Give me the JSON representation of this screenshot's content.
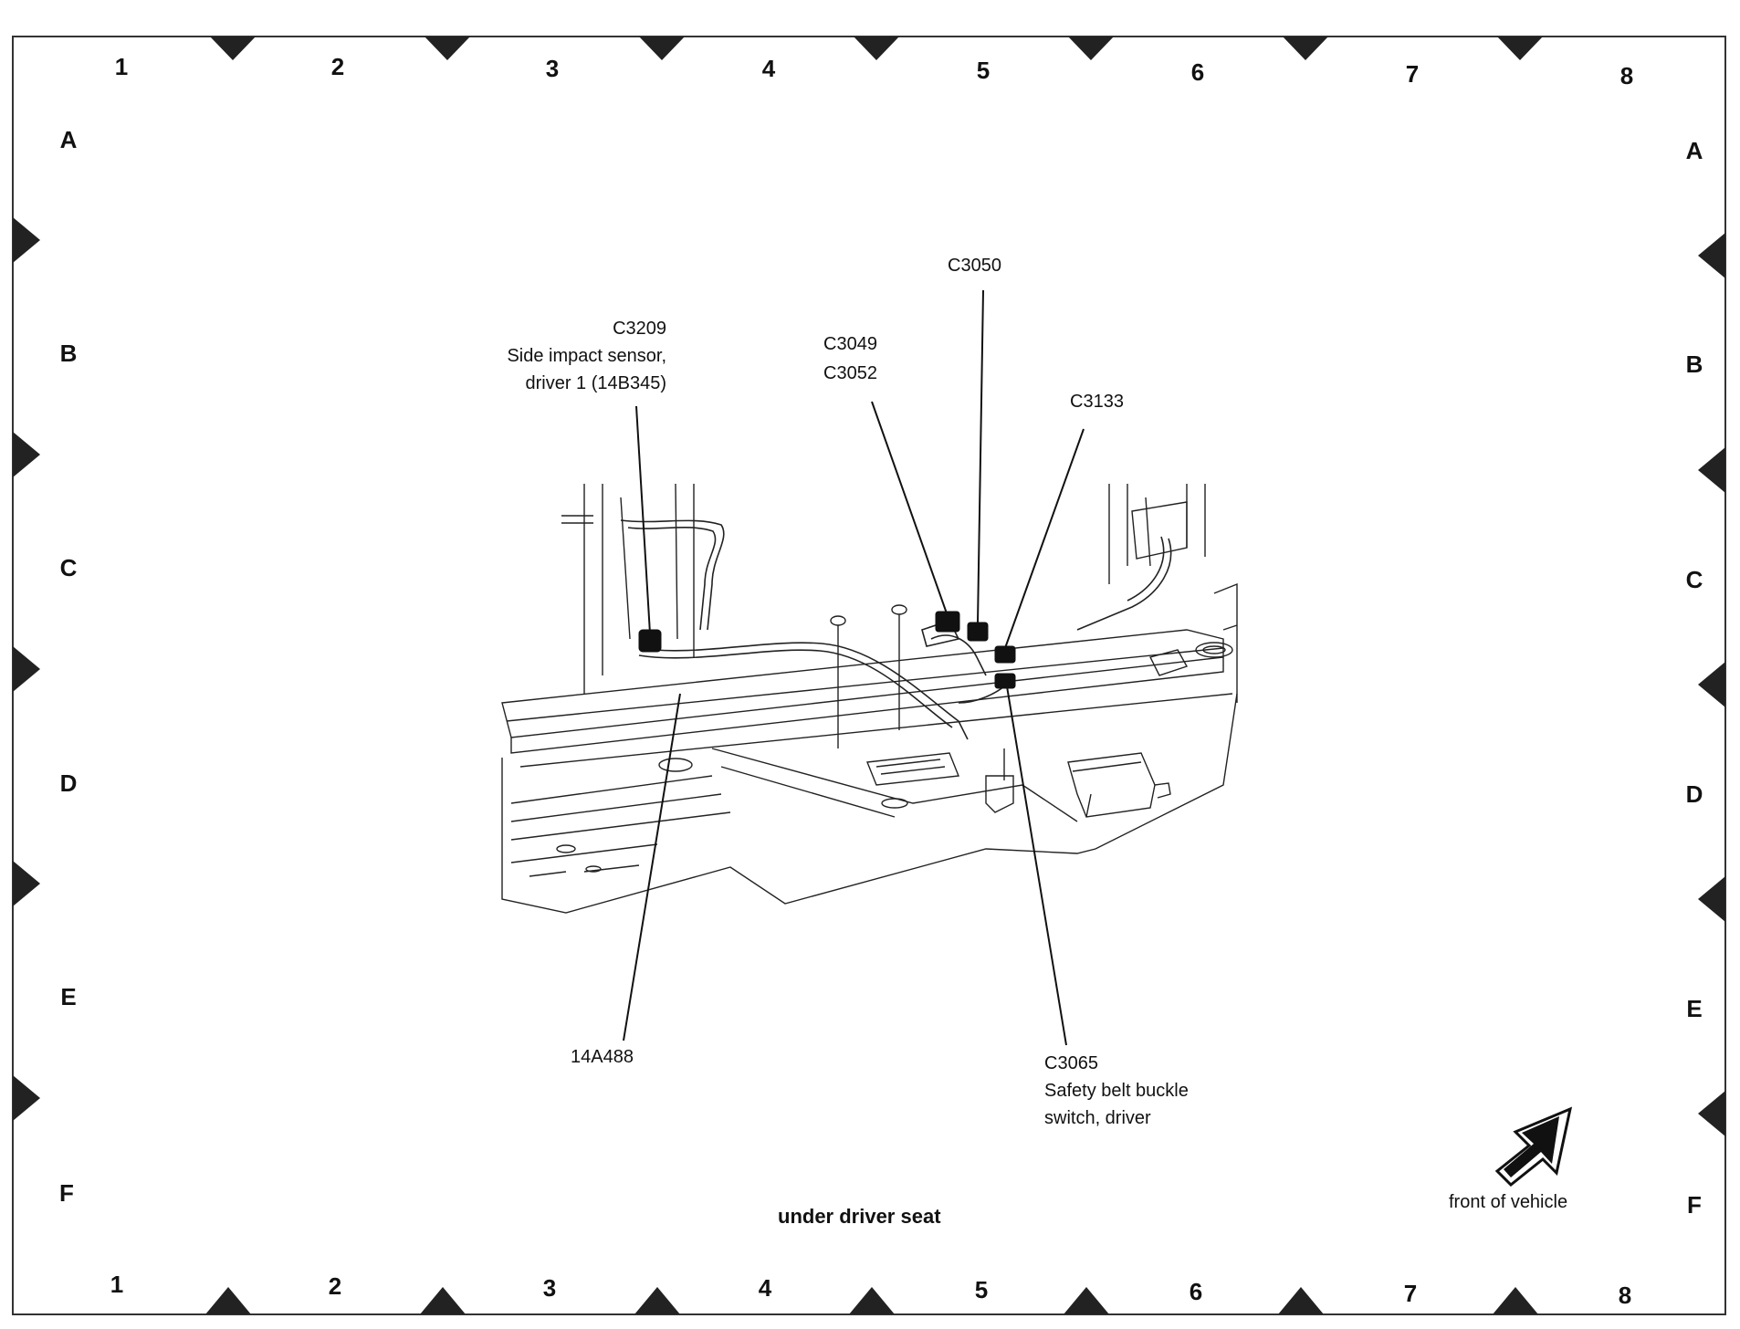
{
  "grid": {
    "columns": [
      "1",
      "2",
      "3",
      "4",
      "5",
      "6",
      "7",
      "8"
    ],
    "rows": [
      "A",
      "B",
      "C",
      "D",
      "E",
      "F"
    ]
  },
  "labels": {
    "c3209": {
      "code": "C3209",
      "line1": "Side impact sensor,",
      "line2": "driver 1 (14B345)"
    },
    "c3049": "C3049",
    "c3052": "C3052",
    "c3050": "C3050",
    "c3133": "C3133",
    "harness": "14A488",
    "c3065": {
      "code": "C3065",
      "line1": "Safety belt buckle",
      "line2": "switch, driver"
    }
  },
  "caption": "under driver seat",
  "front_indicator": {
    "label": "front of vehicle",
    "icon": "front-arrow-icon"
  },
  "colors": {
    "ink": "#111111",
    "frame": "#333333",
    "grid_mark": "#222222"
  }
}
